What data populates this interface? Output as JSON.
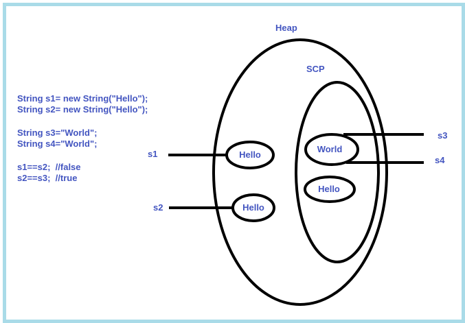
{
  "diagram": {
    "heap_label": "Heap",
    "scp_label": "SCP",
    "code": [
      "String s1= new String(\"Hello\");",
      "String s2= new String(\"Hello\");",
      "String s3=\"World\";",
      "String s4=\"World\";",
      "s1==s2;  //false",
      "s2==s3;  //true"
    ],
    "refs": {
      "s1": "s1",
      "s2": "s2",
      "s3": "s3",
      "s4": "s4"
    },
    "objects": {
      "hello_s1": "Hello",
      "hello_s2": "Hello",
      "world_scp": "World",
      "hello_scp": "Hello"
    },
    "colors": {
      "text": "#4355c0",
      "stroke": "#000000",
      "border": "#a9dbe8"
    }
  }
}
